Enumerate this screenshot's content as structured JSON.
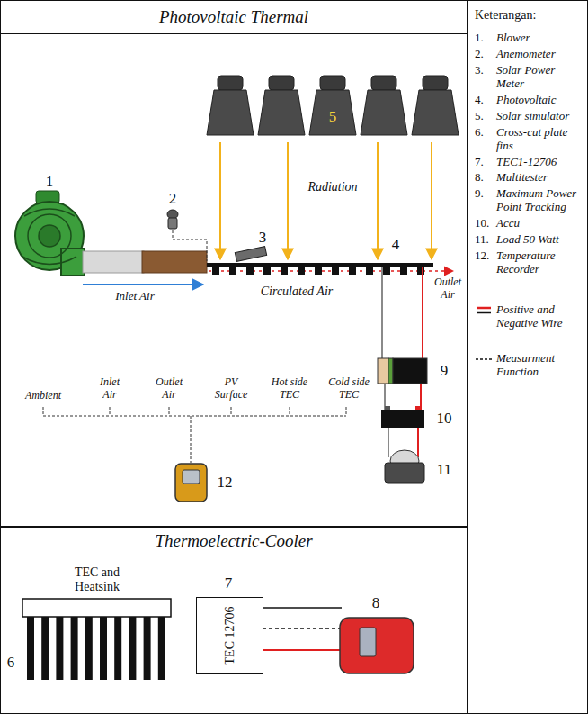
{
  "diagram": {
    "nodes": [
      {
        "text": [
          "Photovoltaic Thermal"
        ]
      },
      {
        "text": [
          "Keterangan:"
        ]
      },
      {
        "text": [
          "Thermoelectric-Cooler"
        ]
      },
      {
        "text": [
          "TEC 12706"
        ],
        "in": 2
      }
    ],
    "labels": [
      "1",
      "2",
      "Radiation",
      "5",
      "3",
      "4",
      "Inlet Air",
      "Circulated Air",
      "Outlet Air",
      "9",
      "Ambient",
      "Inlet Air",
      "Outlet Air",
      "PV Surface",
      "Hot side TEC",
      "Cold side TEC",
      "10",
      "12",
      "11",
      "TEC and Heatsink",
      "6",
      "7",
      "8",
      "1.",
      "Blower",
      "2.",
      "Anemometer",
      "3.",
      "Solar Power Meter",
      "4.",
      "Photovoltaic",
      "5.",
      "Solar simulator",
      "6.",
      "Cross-cut plate fins",
      "7.",
      "TEC1-12706",
      "8.",
      "Multitester",
      "9.",
      "Maximum Power Point Tracking",
      "10.",
      "Accu",
      "11.",
      "Load 50 Watt",
      "12.",
      "Temperature Recorder"
    ],
    "legend": [
      {
        "text": "Positive and Negative Wire"
      },
      {
        "text": "Measurment Function"
      }
    ]
  }
}
